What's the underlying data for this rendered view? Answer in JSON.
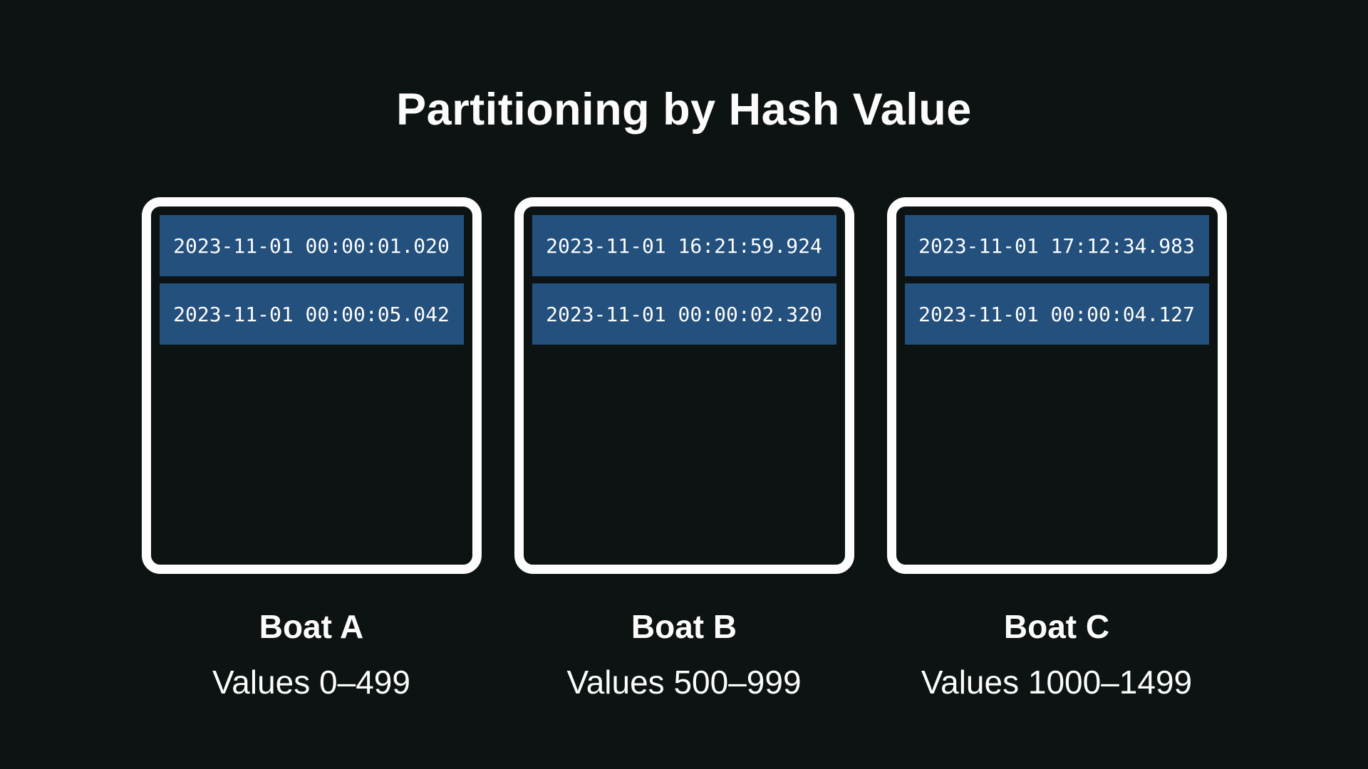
{
  "title": "Partitioning by Hash Value",
  "colors": {
    "background": "#0c1312",
    "record_bar": "#23507d",
    "box_border": "#fdfdfd",
    "text": "#fcfcfc"
  },
  "partitions": [
    {
      "name": "Boat A",
      "range": "Values 0–499",
      "records": [
        "2023-11-01 00:00:01.020",
        "2023-11-01 00:00:05.042"
      ]
    },
    {
      "name": "Boat B",
      "range": "Values 500–999",
      "records": [
        "2023-11-01 16:21:59.924",
        "2023-11-01 00:00:02.320"
      ]
    },
    {
      "name": "Boat C",
      "range": "Values 1000–1499",
      "records": [
        "2023-11-01 17:12:34.983",
        "2023-11-01 00:00:04.127"
      ]
    }
  ]
}
